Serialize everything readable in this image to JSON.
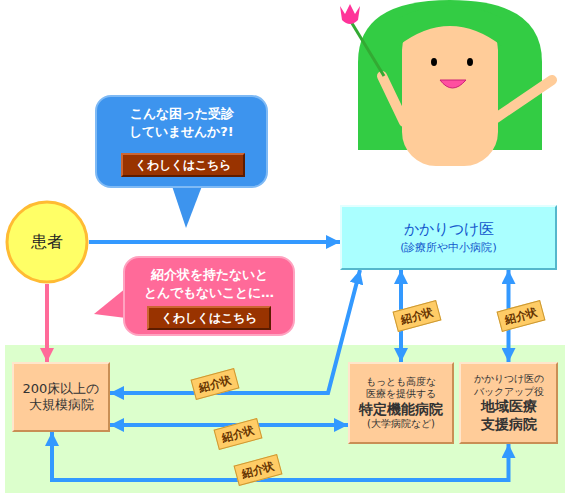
{
  "diagram": {
    "nodes": [
      {
        "text": [
          "こんな困った受診 していませんか?!"
        ]
      },
      {
        "text": [
          "くわしくはこちら"
        ],
        "in": 0
      },
      {
        "text": [
          "患者"
        ]
      },
      {
        "text": [
          "かかりつけ医",
          "(診療所や中小病院)"
        ]
      },
      {
        "text": [
          "紹介状を持たないと とんでもないことに…"
        ]
      },
      {
        "text": [
          "くわしくはこちら"
        ],
        "in": 4
      },
      {
        "text": [
          "200床以上の 大規模病院"
        ]
      },
      {
        "text": [
          "もっとも高度な 医療を提供する",
          "特定機能病院",
          "(大学病院など)"
        ]
      },
      {
        "text": [
          "かかりつけ医の バックアップ役",
          "地域医療 支援病院"
        ]
      }
    ],
    "edges": [
      {
        "from": 2,
        "to": 3,
        "arrow": "to"
      },
      {
        "from": 2,
        "to": 6,
        "arrow": "to"
      },
      {
        "from": 6,
        "to": 3,
        "label": "紹介状",
        "arrow": "both"
      },
      {
        "from": 3,
        "to": 7,
        "label": "紹介状",
        "arrow": "both"
      },
      {
        "from": 3,
        "to": 8,
        "label": "紹介状",
        "arrow": "both"
      },
      {
        "from": 6,
        "to": 7,
        "label": "紹介状",
        "arrow": "both"
      },
      {
        "from": 6,
        "to": 8,
        "label": "紹介状",
        "arrow": "both"
      }
    ]
  }
}
